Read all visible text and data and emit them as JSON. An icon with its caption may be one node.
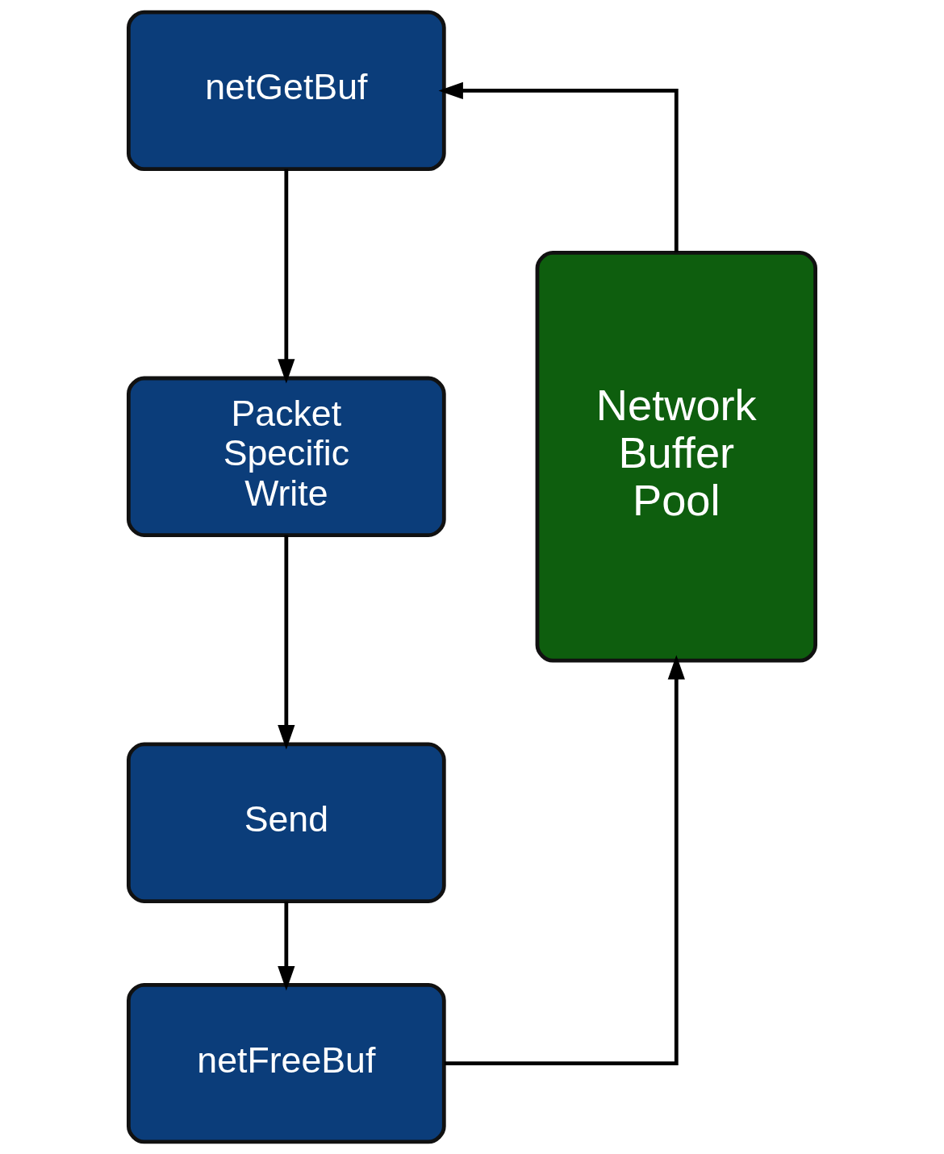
{
  "diagram": {
    "nodes": [
      {
        "text": [
          "netGetBuf"
        ]
      },
      {
        "text": [
          "Packet Specific Write"
        ]
      },
      {
        "text": [
          "Send"
        ]
      },
      {
        "text": [
          "netFreeBuf"
        ]
      },
      {
        "text": [
          "Network Buffer Pool"
        ]
      }
    ],
    "edges": [
      {
        "from": 0,
        "to": 1,
        "arrow": "to"
      },
      {
        "from": 1,
        "to": 2,
        "arrow": "to"
      },
      {
        "from": 2,
        "to": 3,
        "arrow": "to"
      },
      {
        "from": 3,
        "to": 4,
        "arrow": "to"
      },
      {
        "from": 4,
        "to": 0,
        "arrow": "to"
      }
    ]
  }
}
